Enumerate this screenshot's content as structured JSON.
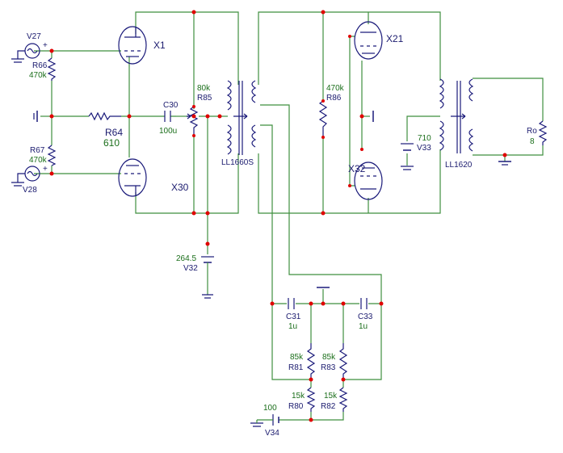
{
  "components": {
    "V27": {
      "name": "V27"
    },
    "V28": {
      "name": "V28"
    },
    "V32": {
      "name": "V32",
      "value": "264.5"
    },
    "V33": {
      "name": "V33",
      "value": "710"
    },
    "V34": {
      "name": "V34",
      "value": "100"
    },
    "X1": {
      "name": "X1"
    },
    "X30": {
      "name": "X30"
    },
    "X21": {
      "name": "X21"
    },
    "X32": {
      "name": "X32"
    },
    "R66": {
      "name": "R66",
      "value": "470k"
    },
    "R67": {
      "name": "R67",
      "value": "470k"
    },
    "R64": {
      "name": "R64",
      "value": "610"
    },
    "R85": {
      "name": "R85",
      "value": "80k"
    },
    "R86": {
      "name": "R86",
      "value": "470k"
    },
    "R81": {
      "name": "R81",
      "value": "85k"
    },
    "R83": {
      "name": "R83",
      "value": "85k"
    },
    "R80": {
      "name": "R80",
      "value": "15k"
    },
    "R82": {
      "name": "R82",
      "value": "15k"
    },
    "Ro": {
      "name": "Ro",
      "value": "8"
    },
    "C30": {
      "name": "C30",
      "value": "100u"
    },
    "C31": {
      "name": "C31",
      "value": "1u"
    },
    "C33": {
      "name": "C33",
      "value": "1u"
    },
    "T1": {
      "name": "LL1660S"
    },
    "T2": {
      "name": "LL1620"
    }
  },
  "colors": {
    "wire": "#3f8f3f",
    "component": "#1a1a7a",
    "node": "#e00000",
    "label": "#1a1a6e",
    "value": "#1a6e1a"
  }
}
